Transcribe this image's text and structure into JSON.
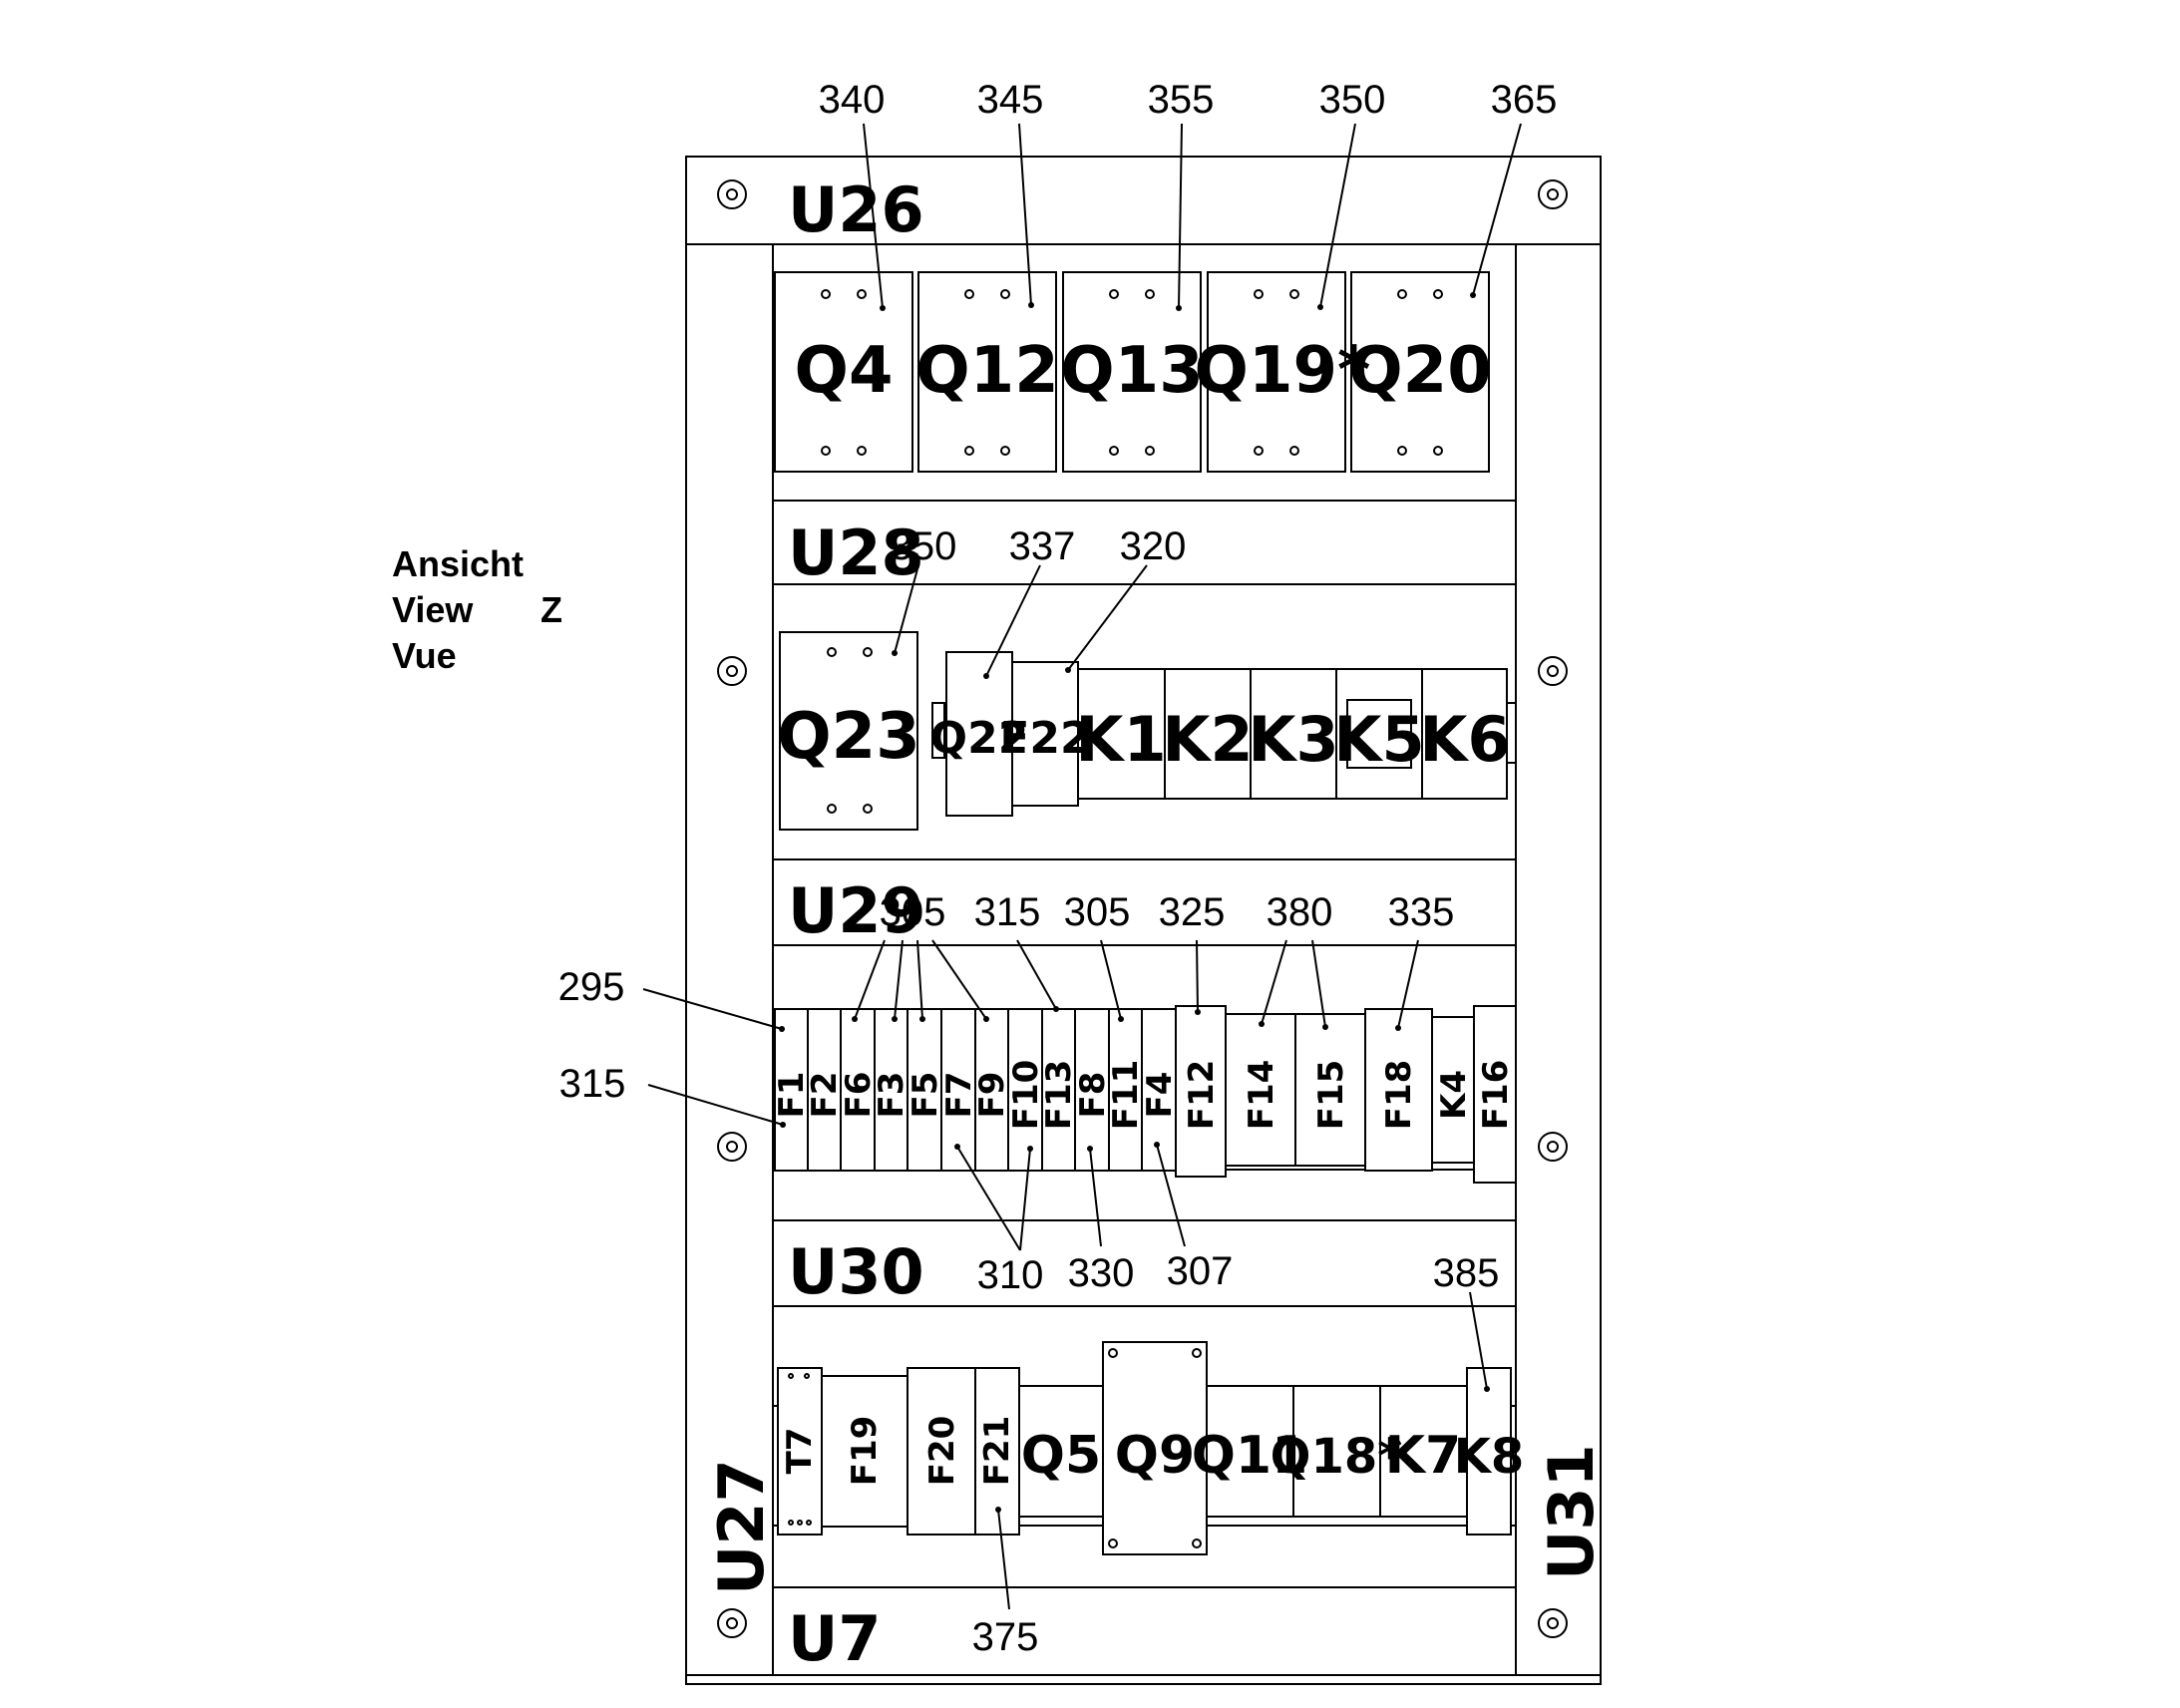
{
  "view_label": {
    "line1": "Ansicht",
    "line2": "View",
    "line3": "Vue",
    "letter": "Z"
  },
  "rails": {
    "U26": "U26",
    "U28": "U28",
    "U29": "U29",
    "U30": "U30",
    "U7": "U7",
    "U27": "U27",
    "U31": "U31"
  },
  "row1": {
    "Q4": "Q4",
    "Q12": "Q12",
    "Q13": "Q13",
    "Q19": "Q19*",
    "Q20": "Q20"
  },
  "row2": {
    "Q23": "Q23",
    "Q22": "Q22",
    "F22": "F22",
    "K1": "K1",
    "K2": "K2",
    "K3": "K3",
    "K5": "K5",
    "K6": "K6"
  },
  "row3": {
    "F1": "F1",
    "F2": "F2",
    "F6": "F6",
    "F3": "F3",
    "F5": "F5",
    "F7": "F7",
    "F9": "F9",
    "F10": "F10",
    "F13": "F13",
    "F8": "F8",
    "F11": "F11",
    "F4": "F4",
    "F12": "F12",
    "F14": "F14",
    "F15": "F15",
    "F18": "F18",
    "K4": "K4",
    "F16": "F16"
  },
  "row4": {
    "T7": "T7",
    "F19": "F19",
    "F20": "F20",
    "F21": "F21",
    "Q5": "Q5",
    "Q9": "Q9",
    "Q11": "Q11",
    "Q18": "Q18*",
    "K7": "K7",
    "K8": "K8"
  },
  "callouts": {
    "c340": "340",
    "c345": "345",
    "c355": "355",
    "c350a": "350",
    "c365": "365",
    "c350b": "350",
    "c337": "337",
    "c320": "320",
    "c305a": "305",
    "c315a": "315",
    "c305b": "305",
    "c325": "325",
    "c380": "380",
    "c335": "335",
    "c295": "295",
    "c315b": "315",
    "c310": "310",
    "c330": "330",
    "c307": "307",
    "c385": "385",
    "c375": "375"
  }
}
